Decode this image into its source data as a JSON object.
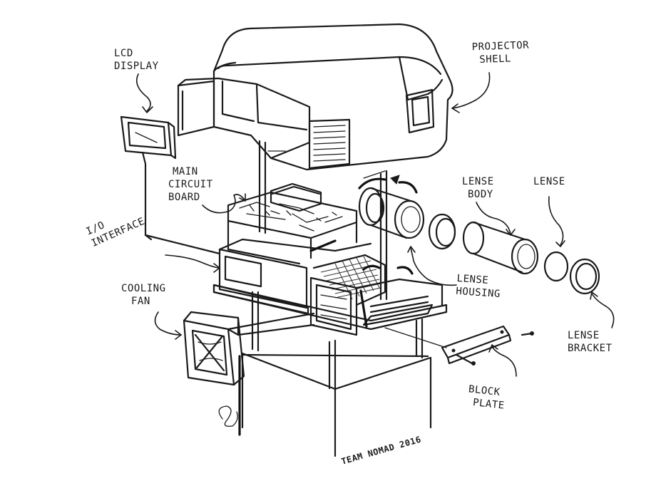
{
  "labels": {
    "lcd_display": [
      "LCD",
      "DISPLAY"
    ],
    "projector_shell": [
      "Projector",
      "Shell"
    ],
    "main_circuit_board": [
      "Main",
      "Circuit",
      "Board"
    ],
    "lense_body": [
      "Lense",
      "Body"
    ],
    "lense": "Lense",
    "io_interface": [
      "I/O",
      "Interface"
    ],
    "lense_housing": [
      "Lense",
      "Housing"
    ],
    "cooling_fan": [
      "Cooling",
      "Fan"
    ],
    "lense_bracket": [
      "Lense",
      "Bracket"
    ],
    "block_plate": [
      "Block",
      "Plate"
    ]
  },
  "signature": "TEAM NOMAD 2016"
}
